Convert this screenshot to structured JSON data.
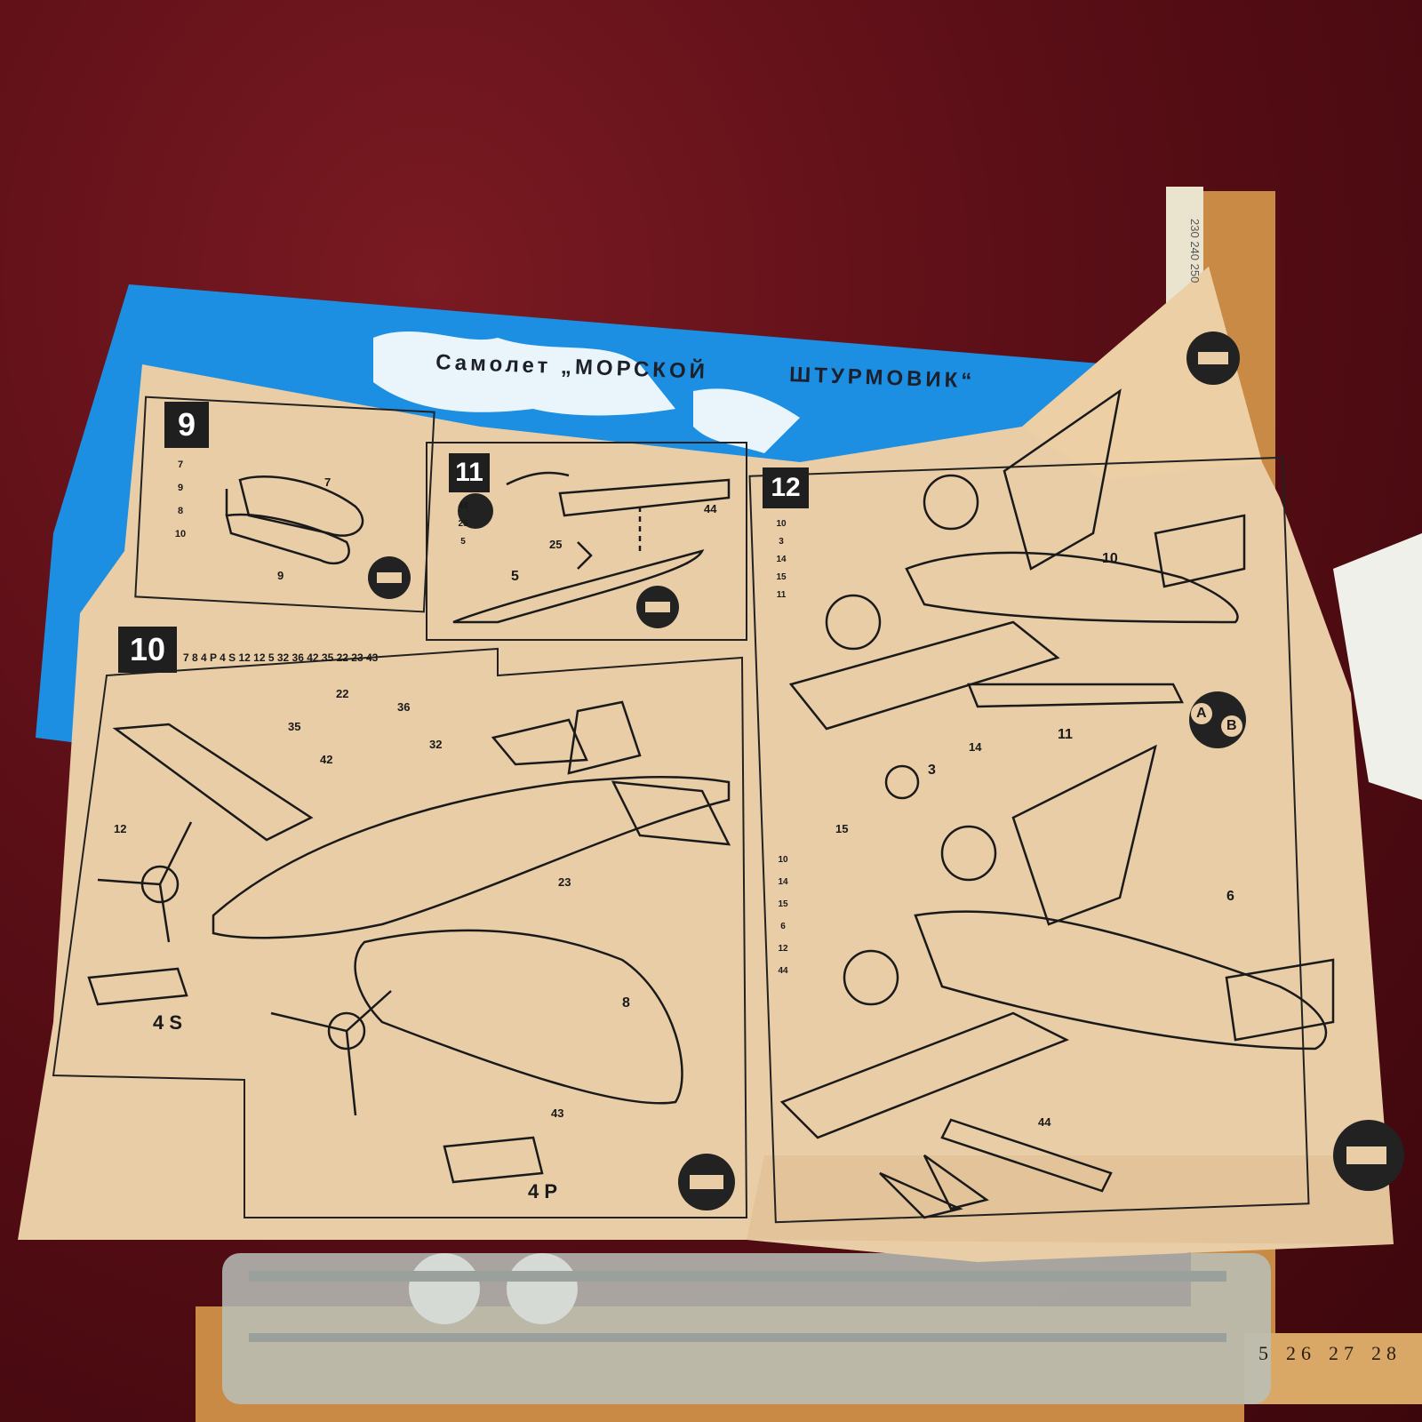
{
  "instruction_sheet": {
    "title": "Самолет „МОРСКОЙ ШТУРМОВИК“",
    "title_left": "Самолет „МОРСКОЙ",
    "title_right": "ШТУРМОВИК“",
    "steps": {
      "step9": {
        "number": "9",
        "parts": [
          "7",
          "9",
          "8",
          "10"
        ]
      },
      "step10": {
        "number": "10",
        "parts_header": "7 8 4 P 4 S 12 12 5 32 36 42 35 22 23 43",
        "sub_label_s": "4 S",
        "sub_label_p": "4 P"
      },
      "step11": {
        "number": "11",
        "parts": [
          "44",
          "25",
          "5"
        ]
      },
      "step12": {
        "number": "12",
        "parts_a": [
          "10",
          "3",
          "14",
          "15",
          "11"
        ],
        "parts_b": [
          "10",
          "14",
          "15",
          "6",
          "12"
        ],
        "extra": "44"
      }
    },
    "variant_labels": [
      "A",
      "B"
    ],
    "callouts": [
      "7",
      "9",
      "35",
      "42",
      "22",
      "36",
      "32",
      "12",
      "23",
      "8",
      "43",
      "44",
      "25",
      "5",
      "14",
      "15",
      "10",
      "11",
      "3",
      "6",
      "44"
    ]
  },
  "rulers": {
    "bottom_numbers": [
      "5",
      "26",
      "27",
      "28"
    ],
    "vertical_numbers": [
      "230",
      "240",
      "250"
    ]
  },
  "colors": {
    "background": "#5a0e16",
    "paper": "#e7caa3",
    "cover_blue": "#1a8fe0",
    "ink": "#1a1a1a",
    "ruler_wood": "#c98a46",
    "sprue": "#b9bfb9"
  }
}
